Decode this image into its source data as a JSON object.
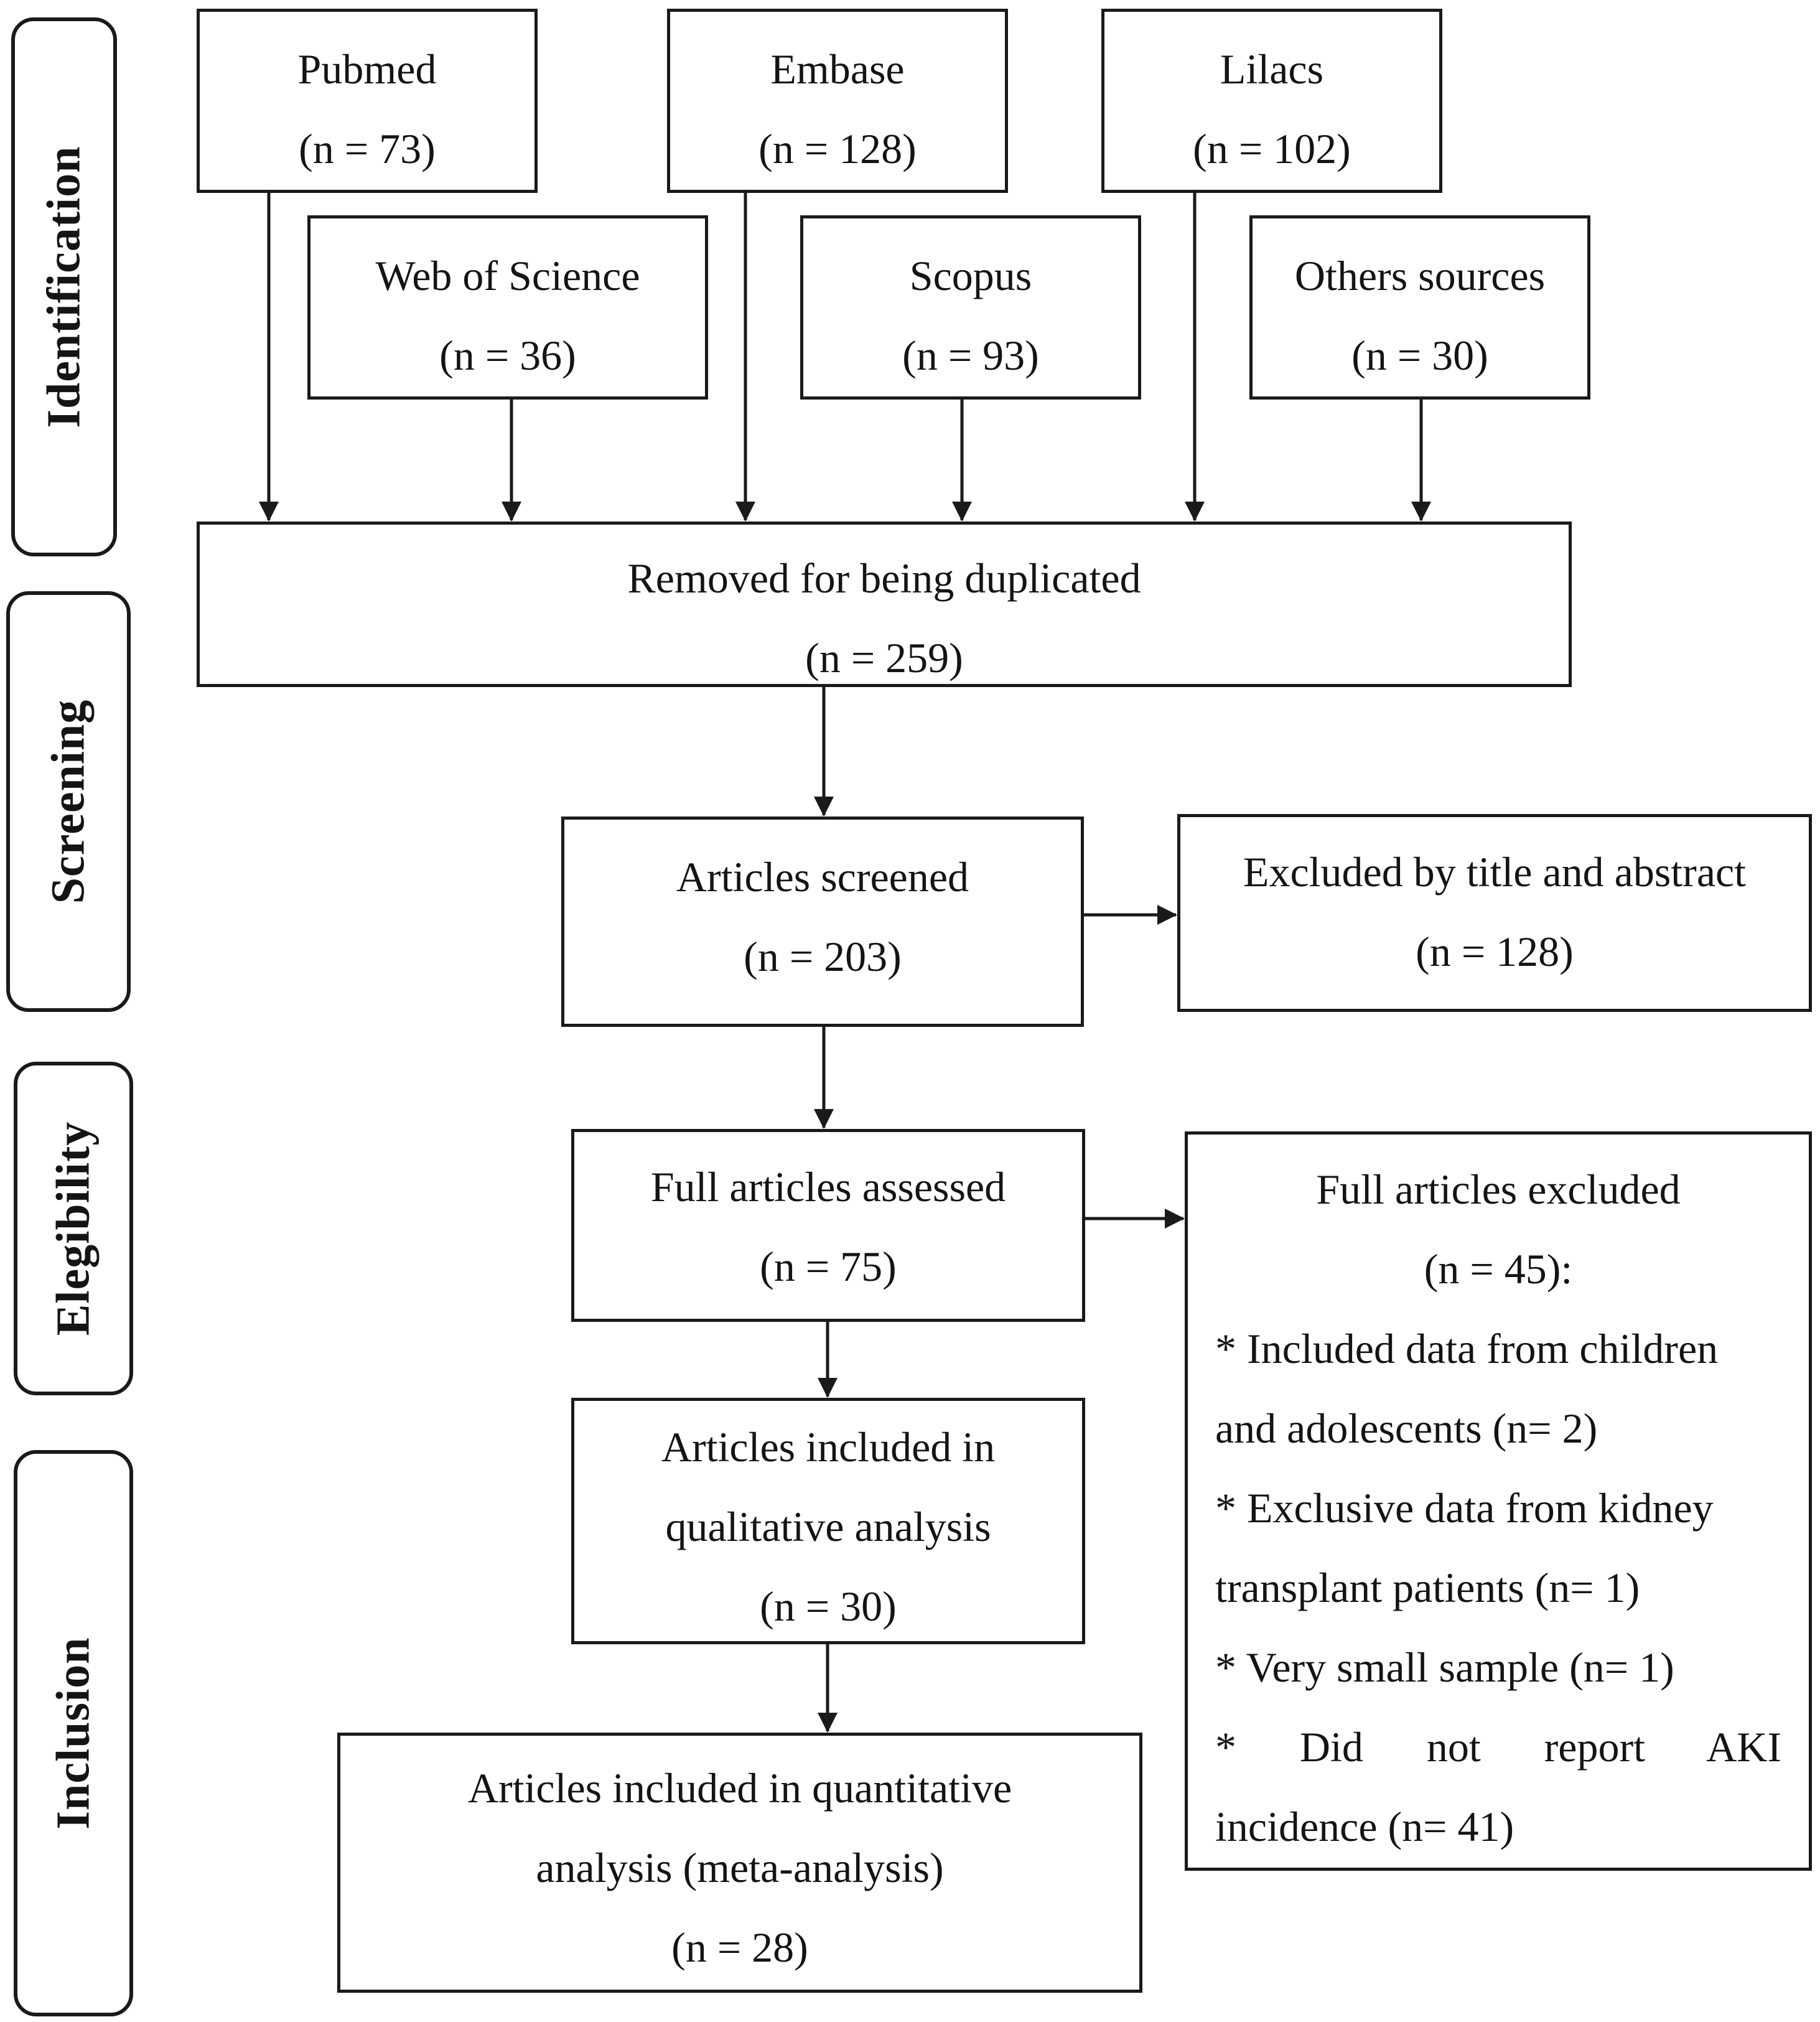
{
  "stages": {
    "identification": "Identification",
    "screening": "Screening",
    "eligibility": "Elegibility",
    "inclusion": "Inclusion"
  },
  "sources": {
    "pubmed": {
      "name": "Pubmed",
      "count": "(n = 73)"
    },
    "embase": {
      "name": "Embase",
      "count": "(n = 128)"
    },
    "lilacs": {
      "name": "Lilacs",
      "count": "(n = 102)"
    },
    "web_of_science": {
      "name": "Web of Science",
      "count": "(n = 36)"
    },
    "scopus": {
      "name": "Scopus",
      "count": "(n = 93)"
    },
    "others": {
      "name": "Others sources",
      "count": "(n = 30)"
    }
  },
  "duplicates": {
    "label": "Removed for being duplicated",
    "count": "(n = 259)"
  },
  "screened": {
    "label": "Articles screened",
    "count": "(n = 203)"
  },
  "excluded_title": {
    "label": "Excluded by title and abstract",
    "count": "(n = 128)"
  },
  "assessed": {
    "label": "Full articles assessed",
    "count": "(n = 75)"
  },
  "excluded_full": {
    "label": "Full articles excluded",
    "count": "(n = 45):",
    "reasons": [
      "* Included data from children",
      "and adolescents (n= 2)",
      "* Exclusive data from kidney",
      "transplant patients (n= 1)",
      "* Very small sample (n= 1)",
      "* Did not report AKI",
      "incidence (n= 41)"
    ]
  },
  "qualitative": {
    "line1": "Articles included in",
    "line2": "qualitative analysis",
    "count": "(n = 30)"
  },
  "quantitative": {
    "line1": "Articles included in quantitative",
    "line2": "analysis (meta-analysis)",
    "count": "(n = 28)"
  }
}
